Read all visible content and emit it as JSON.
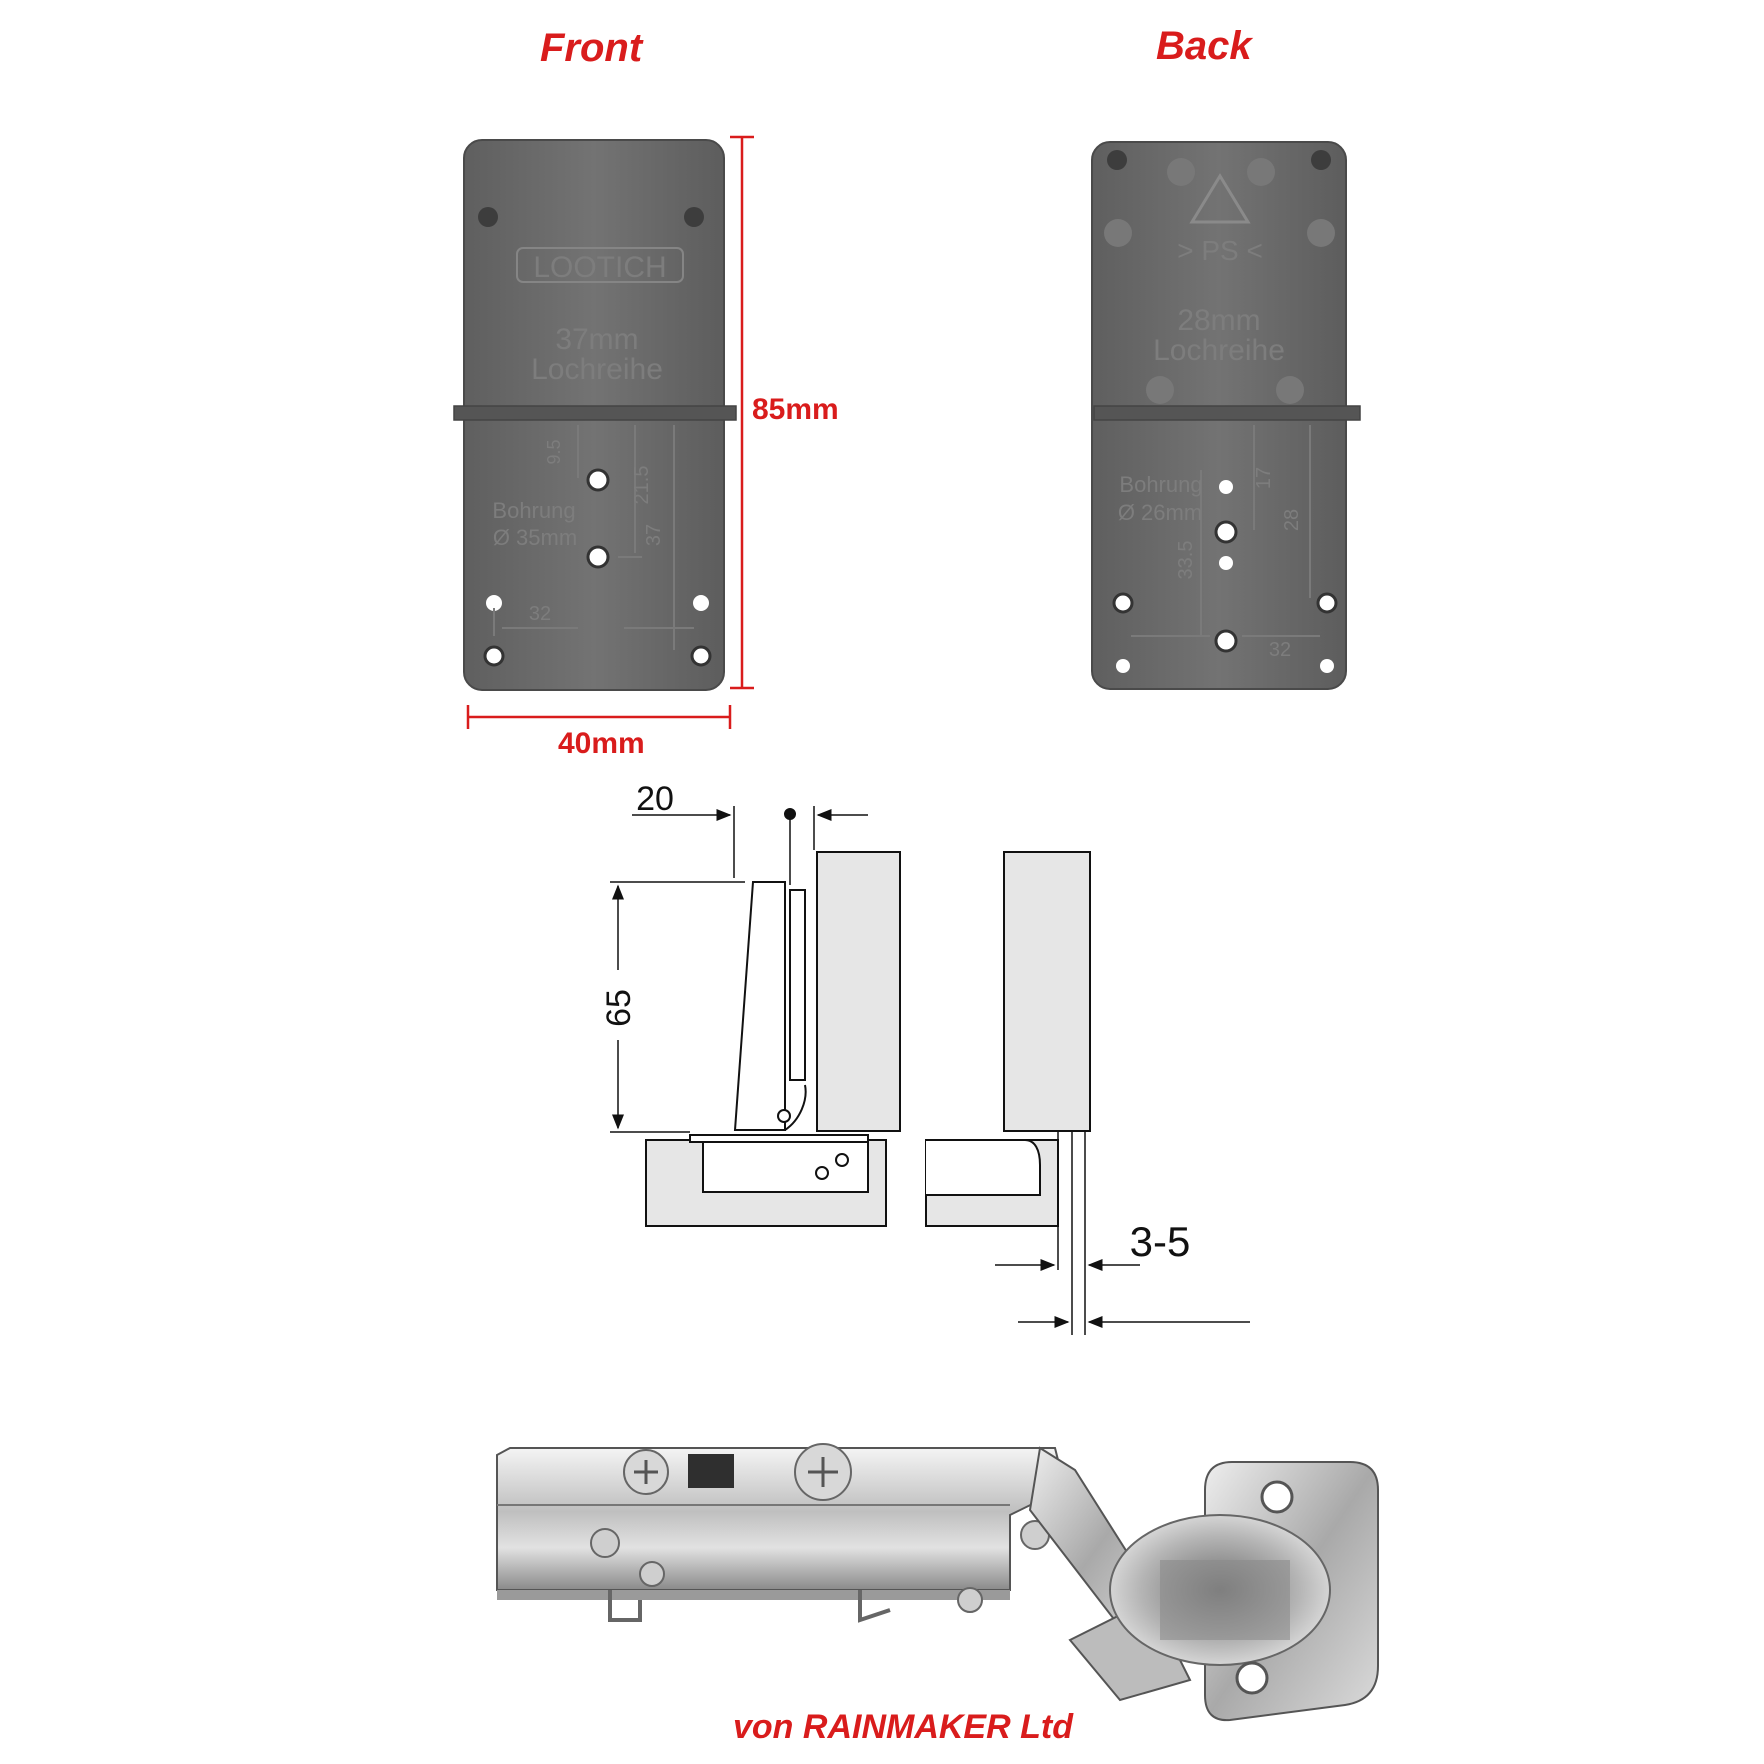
{
  "titles": {
    "front": "Front",
    "back": "Back",
    "credit": "von RAINMAKER Ltd"
  },
  "dimensions": {
    "height": "85mm",
    "width": "40mm"
  },
  "front_plate": {
    "brand": "LOOTICH",
    "row_label_1": "37mm",
    "row_label_2": "Lochreihe",
    "bore_label_1": "Bohrung",
    "bore_label_2": "Ø 35mm",
    "d1": "9.5",
    "d2": "21.5",
    "d3": "37",
    "d4": "32"
  },
  "back_plate": {
    "material": "> PS <",
    "row_label_1": "28mm",
    "row_label_2": "Lochreihe",
    "bore_label_1": "Bohrung",
    "bore_label_2": "Ø 26mm",
    "d1": "17",
    "d2": "28",
    "d3": "33.5",
    "d4": "32"
  },
  "hinge_drawing": {
    "dim_top": "20",
    "dim_height": "65",
    "dim_gap": "3-5"
  },
  "colors": {
    "accent": "#d91c1c",
    "plate": "#6c6c6c",
    "panel": "#e6e6e6"
  }
}
